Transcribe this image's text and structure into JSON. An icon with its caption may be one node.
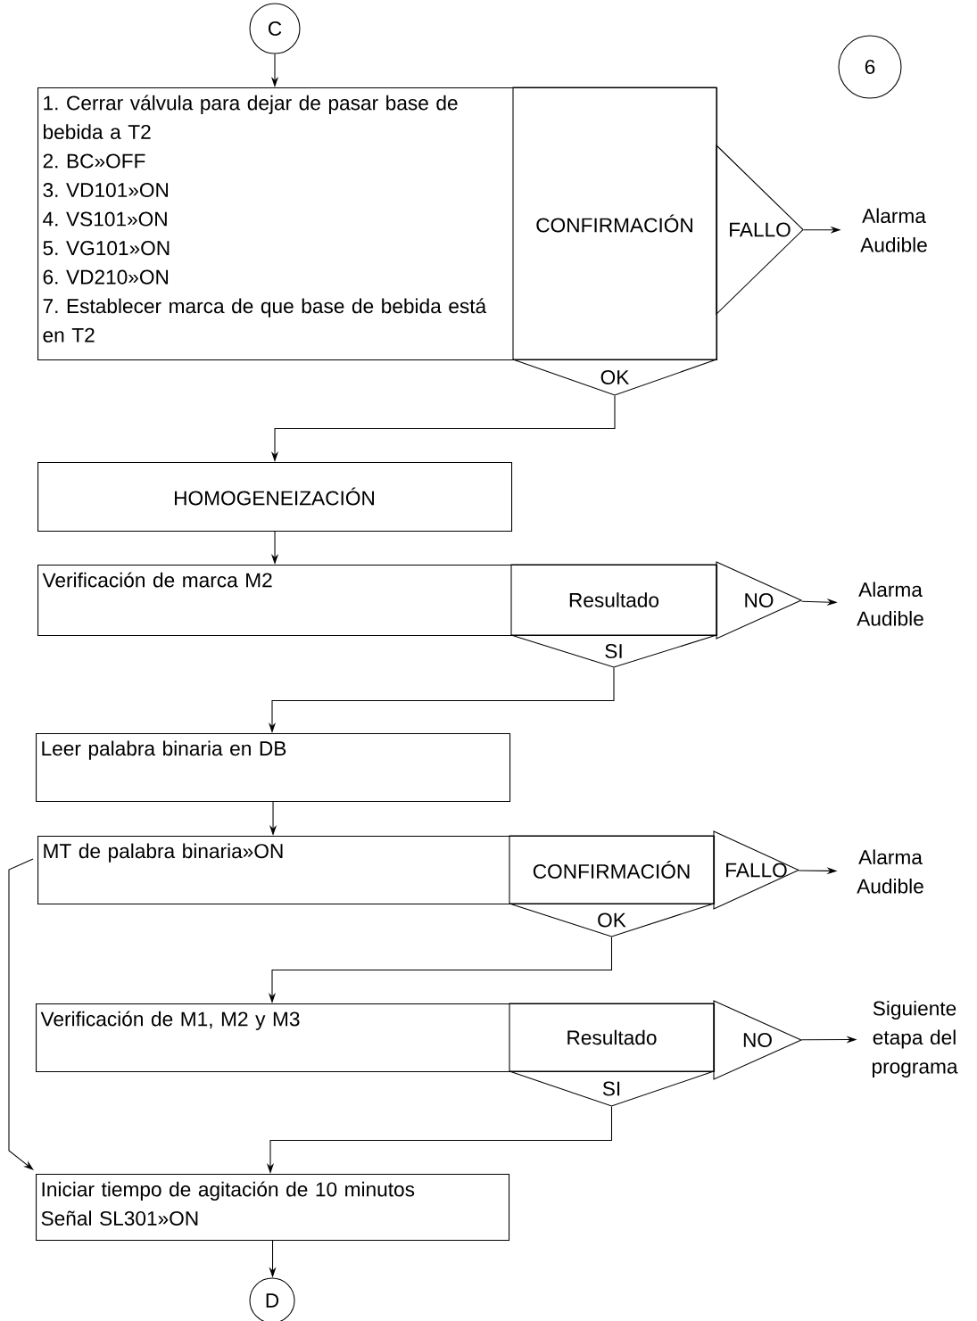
{
  "diagram": {
    "nodes": [
      {
        "text": [
          "C"
        ]
      },
      {
        "text": [
          "6"
        ]
      },
      {
        "text": [
          "1. Cerrar válvula para dejar de pasar base de bebida a T2",
          "2. BC»OFF",
          "3. VD101»ON",
          "4. VS101»ON",
          "5. VG101»ON",
          "6. VD210»ON",
          "7. Establecer marca de que base de bebida está en T2"
        ]
      },
      {
        "text": [
          "CONFIRMACIÓN"
        ],
        "in": 2
      },
      {
        "text": [
          "FALLO"
        ]
      },
      {
        "text": [
          "OK"
        ]
      },
      {
        "text": [
          "Alarma Audible"
        ]
      },
      {
        "text": [
          "HOMOGENEIZACIÓN"
        ]
      },
      {
        "text": [
          "Verificación de marca M2"
        ]
      },
      {
        "text": [
          "Resultado"
        ],
        "in": 8
      },
      {
        "text": [
          "NO"
        ]
      },
      {
        "text": [
          "SI"
        ]
      },
      {
        "text": [
          "Alarma Audible"
        ]
      },
      {
        "text": [
          "Leer palabra binaria en DB"
        ]
      },
      {
        "text": [
          "MT de palabra binaria»ON"
        ]
      },
      {
        "text": [
          "CONFIRMACIÓN"
        ],
        "in": 14
      },
      {
        "text": [
          "FALLO"
        ]
      },
      {
        "text": [
          "OK"
        ]
      },
      {
        "text": [
          "Alarma Audible"
        ]
      },
      {
        "text": [
          "Verificación de M1, M2 y M3"
        ]
      },
      {
        "text": [
          "Resultado"
        ],
        "in": 19
      },
      {
        "text": [
          "NO"
        ]
      },
      {
        "text": [
          "SI"
        ]
      },
      {
        "text": [
          "Siguiente etapa del programa"
        ]
      },
      {
        "text": [
          "Iniciar tiempo de agitación de 10 minutos",
          "Señal SL301»ON"
        ]
      },
      {
        "text": [
          "D"
        ]
      }
    ],
    "edges": [
      {
        "from": 0,
        "to": 2,
        "arrow": "to"
      },
      {
        "from": 4,
        "to": 6,
        "arrow": "to"
      },
      {
        "from": 5,
        "to": 7,
        "arrow": "to"
      },
      {
        "from": 7,
        "to": 8,
        "arrow": "to"
      },
      {
        "from": 10,
        "to": 12,
        "arrow": "to"
      },
      {
        "from": 11,
        "to": 13,
        "arrow": "to"
      },
      {
        "from": 13,
        "to": 14,
        "arrow": "to"
      },
      {
        "from": 16,
        "to": 18,
        "arrow": "to"
      },
      {
        "from": 17,
        "to": 19,
        "arrow": "to"
      },
      {
        "from": 21,
        "to": 23,
        "arrow": "to"
      },
      {
        "from": 22,
        "to": 24,
        "arrow": "to"
      },
      {
        "from": 14,
        "to": 24,
        "arrow": "to"
      },
      {
        "from": 24,
        "to": 25,
        "arrow": "to"
      }
    ]
  }
}
